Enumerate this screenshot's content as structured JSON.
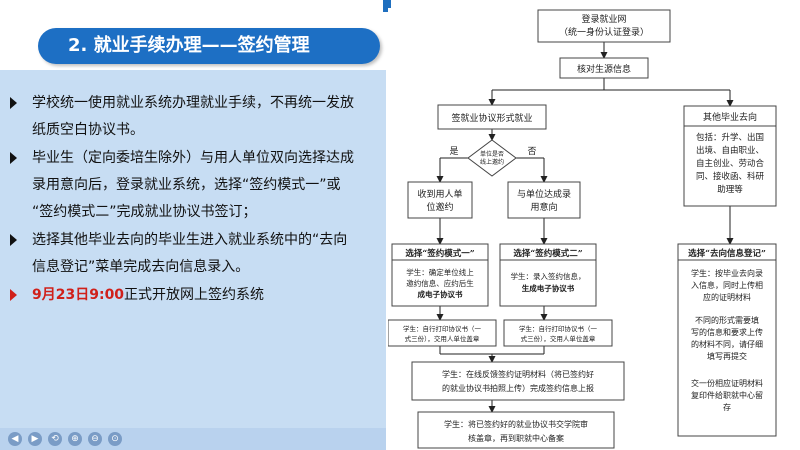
{
  "slide": {
    "title": "2. 就业手续办理——签约管理",
    "bullets": [
      {
        "lines": [
          "学校统一使用就业系统办理就业手续，不再统一发放",
          "纸质空白协议书。"
        ]
      },
      {
        "lines": [
          "毕业生（定向委培生除外）与用人单位双向选择达成",
          "录用意向后，登录就业系统，选择“签约模式一”或",
          "“签约模式二”完成就业协议书签订；"
        ]
      },
      {
        "lines": [
          "选择其他毕业去向的毕业生进入就业系统中的“去向",
          "信息登记”菜单完成去向信息录入。"
        ]
      }
    ],
    "highlight": {
      "date": "9月23日9:00",
      "rest": "正式开放网上签约系统"
    }
  },
  "flowchart": {
    "login": [
      "登录就业网",
      "（统一身份认证登录）"
    ],
    "verify": "核对生源信息",
    "sign": "签就业协议形式就业",
    "other": "其他毕业去向",
    "decision": [
      "单位是否",
      "线上邀约"
    ],
    "yes": "是",
    "no": "否",
    "received": [
      "收到用人单",
      "位邀约"
    ],
    "agreed": [
      "与单位达成录",
      "用意向"
    ],
    "other_detail": [
      "包括：升学、出国",
      "出境、自由职业、",
      "自主创业、劳动合",
      "同、接收函、科研",
      "助理等"
    ],
    "mode1_title": "选择“签约模式一”",
    "mode2_title": "选择“签约模式二”",
    "dest_title": "选择“去向信息登记”",
    "mode1_body": [
      "学生：确定单位线上",
      "邀约信息、应约后生",
      "成电子协议书"
    ],
    "mode2_body": [
      "学生：录入签约信息，",
      "生成电子协议书"
    ],
    "dest_body": [
      "学生：按毕业去向录",
      "入信息，同时上传相",
      "应的证明材料",
      "",
      "不同的形式需要填",
      "写的信息和要求上传",
      "的材料不同，请仔细",
      "填写再提交",
      "",
      "交一份相应证明材料",
      "复印件给职就中心留",
      "存"
    ],
    "print1": [
      "学生：自行打印协议书（一",
      "式三份），交用人单位盖章"
    ],
    "print2": [
      "学生：自行打印协议书（一",
      "式三份），交用人单位盖章"
    ],
    "feedback": [
      "学生：在线反馈签约证明材料（将已签约好",
      "的就业协议书拍照上传）完成签约信息上报"
    ],
    "final": [
      "学生：将已签约好的就业协议书交学院审",
      "核盖章，再到职就中心备案"
    ]
  },
  "nav": {
    "buttons": [
      "◀",
      "▶",
      "⟲",
      "⊕",
      "⊖",
      "⊙"
    ]
  }
}
